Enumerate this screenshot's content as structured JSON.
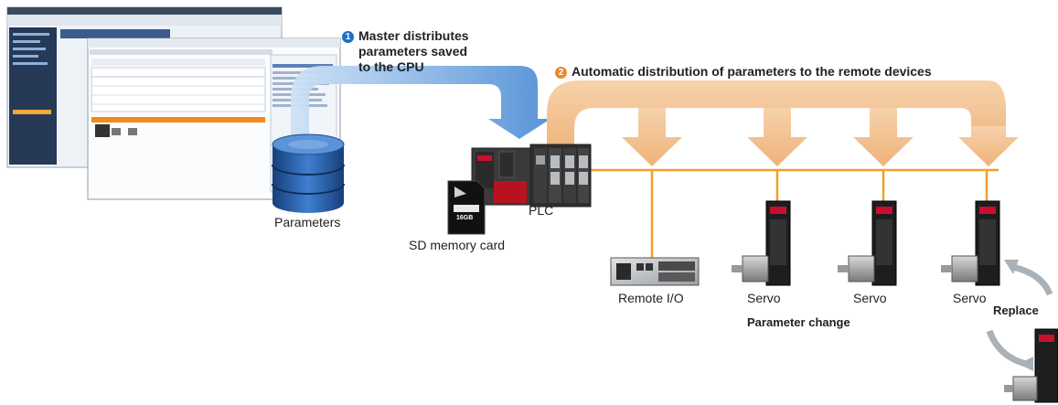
{
  "steps": [
    {
      "number": "1",
      "color": "#1f6fc5",
      "lines": [
        "Master distributes",
        "parameters saved",
        "to the CPU"
      ]
    },
    {
      "number": "2",
      "color": "#e68a2e",
      "text": "Automatic distribution of parameters to the remote devices"
    }
  ],
  "labels": {
    "parameters": "Parameters",
    "plc": "PLC",
    "sd_card": "SD memory card",
    "sd_size": "16GB",
    "remote_io": "Remote I/O",
    "servo": "Servo",
    "parameter_change": "Parameter change",
    "replace": "Replace"
  },
  "colors": {
    "blue_arrow": "#5b9bd5",
    "orange_arrow": "#f2c393",
    "network_line": "#f0a02a",
    "database": "#1d4f8f"
  }
}
